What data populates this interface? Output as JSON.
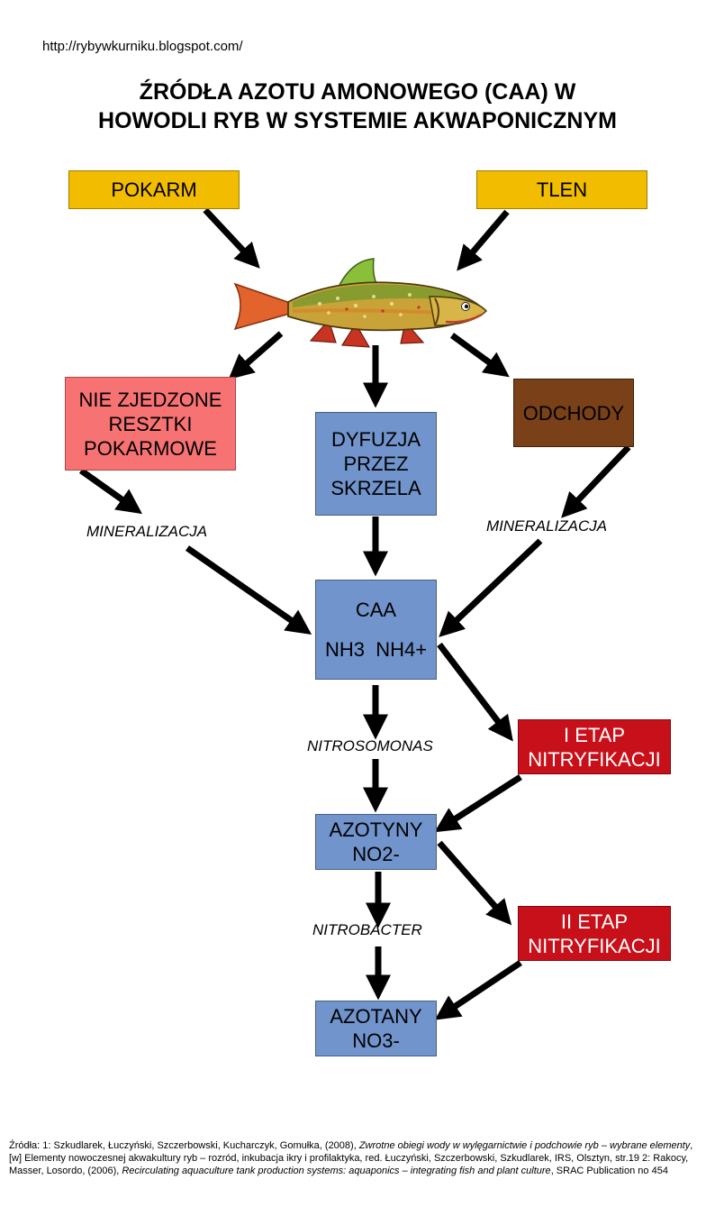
{
  "url": "http://rybywkurniku.blogspot.com/",
  "title": {
    "line1": "ŹRÓDŁA AZOTU AMONOWEGO (CAA) W",
    "line2": "HOWODLI RYB W SYSTEMIE AKWAPONICZNYM"
  },
  "nodes": {
    "pokarm": "POKARM",
    "tlen": "TLEN",
    "resztki": [
      "NIE ZJEDZONE",
      "RESZTKI",
      "POKARMOWE"
    ],
    "odchody": "ODCHODY",
    "dyfuzja": [
      "DYFUZJA",
      "PRZEZ",
      "SKRZELA"
    ],
    "caa": [
      "CAA",
      "NH3  NH4+"
    ],
    "etap1": [
      "I ETAP",
      "NITRYFIKACJI"
    ],
    "azotyny": [
      "AZOTYNY",
      "NO2-"
    ],
    "etap2": [
      "II ETAP",
      "NITRYFIKACJI"
    ],
    "azotany": [
      "AZOTANY",
      "NO3-"
    ]
  },
  "labels": {
    "mineralizacja_left": "MINERALIZACJA",
    "mineralizacja_right": "MINERALIZACJA",
    "nitrosomonas": "NITROSOMONAS",
    "nitrobacter": "NITROBACTER"
  },
  "colors": {
    "yellow": "#f2bc00",
    "pink": "#f77373",
    "blue": "#7194cc",
    "brown": "#7a4119",
    "red": "#c8101a"
  },
  "footer": {
    "p1": "Źródła: 1: Szkudlarek, Łuczyński, Szczerbowski, Kucharczyk, Gomułka, (2008), ",
    "i1": "Zwrotne obiegi wody w wylęgarnictwie i podchowie ryb – wybrane elementy",
    "p2": ", [w] Elementy nowoczesnej akwakultury ryb – rozród, inkubacja ikry i profilaktyka, red. Łuczyński, Szczerbowski, Szkudlarek, IRS, Olsztyn, str.19 2: Rakocy, Masser, Losordo, (2006), ",
    "i2": "Recirculating aquaculture tank production systems: aquaponics – integrating fish and plant culture",
    "p3": ", SRAC Publication no 454"
  }
}
